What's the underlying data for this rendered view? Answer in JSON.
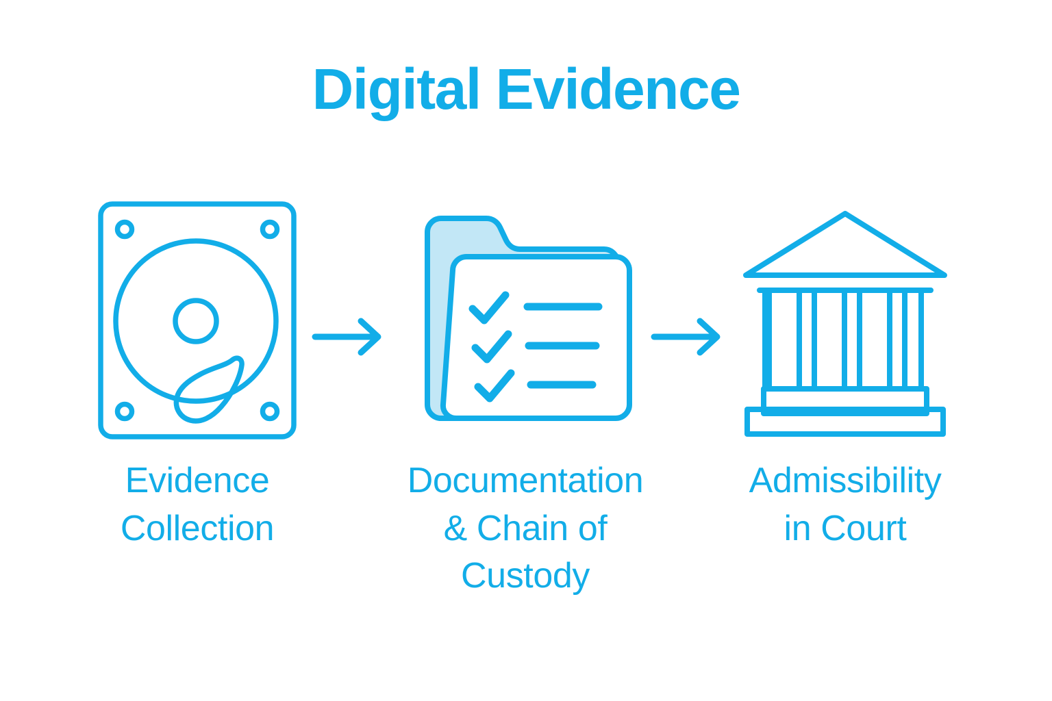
{
  "title": "Digital Evidence",
  "theme": {
    "accent": "#12ADE8",
    "accent_light": "#C2E7F6",
    "background": "#FFFFFF"
  },
  "steps": [
    {
      "icon": "hard-drive-icon",
      "label": "Evidence\nCollection",
      "label_lines": [
        "Evidence",
        "Collection"
      ]
    },
    {
      "icon": "folder-checklist-icon",
      "label": "Documentation\n& Chain of\nCustody",
      "label_lines": [
        "Documentation",
        "& Chain of",
        "Custody"
      ]
    },
    {
      "icon": "courthouse-icon",
      "label": "Admissibility\nin Court",
      "label_lines": [
        "Admissibility",
        "in Court"
      ]
    }
  ],
  "connectors": [
    {
      "icon": "arrow-right-icon",
      "from": "Evidence Collection",
      "to": "Documentation & Chain of Custody"
    },
    {
      "icon": "arrow-right-icon",
      "from": "Documentation & Chain of Custody",
      "to": "Admissibility in Court"
    }
  ]
}
